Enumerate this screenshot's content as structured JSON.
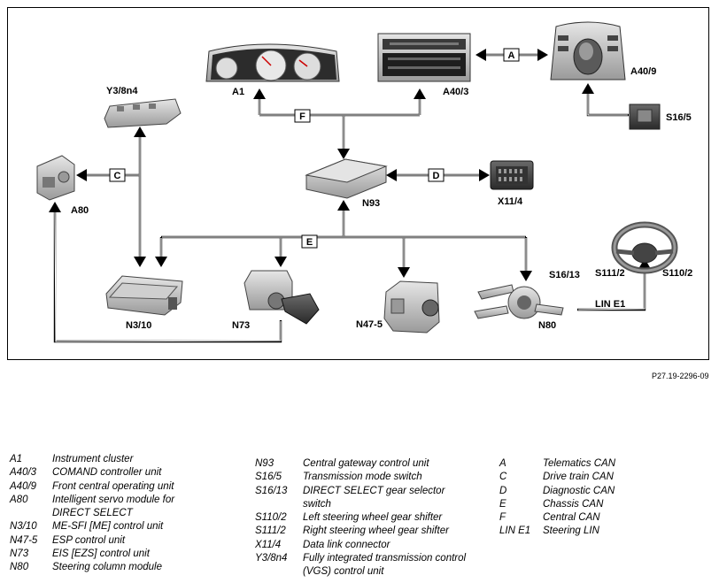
{
  "diagram": {
    "components": {
      "a1": "A1",
      "a40_3": "A40/3",
      "a40_9": "A40/9",
      "s16_5": "S16/5",
      "y3_8n4": "Y3/8n4",
      "a80": "A80",
      "n93": "N93",
      "x11_4": "X11/4",
      "n3_10": "N3/10",
      "n73": "N73",
      "n47_5": "N47-5",
      "n80": "N80",
      "s16_13": "S16/13",
      "s111_2": "S111/2",
      "s110_2": "S110/2"
    },
    "buses": {
      "a": "A",
      "c": "C",
      "d": "D",
      "e": "E",
      "f": "F",
      "lin_e1": "LIN E1"
    },
    "reference_code": "P27.19-2296-09"
  },
  "legend": {
    "column1": [
      {
        "code": "A1",
        "desc": "Instrument cluster"
      },
      {
        "code": "A40/3",
        "desc": "COMAND controller unit"
      },
      {
        "code": "A40/9",
        "desc": "Front central operating unit"
      },
      {
        "code": "A80",
        "desc": "Intelligent servo module for DIRECT SELECT"
      },
      {
        "code": "N3/10",
        "desc": "ME-SFI [ME] control unit"
      },
      {
        "code": "N47-5",
        "desc": "ESP control unit"
      },
      {
        "code": "N73",
        "desc": "EIS [EZS] control unit"
      },
      {
        "code": "N80",
        "desc": "Steering column module"
      }
    ],
    "column2": [
      {
        "code": "N93",
        "desc": "Central gateway control unit"
      },
      {
        "code": "S16/5",
        "desc": "Transmission mode switch"
      },
      {
        "code": "S16/13",
        "desc": "DIRECT SELECT gear selector switch"
      },
      {
        "code": "S110/2",
        "desc": "Left steering wheel gear shifter"
      },
      {
        "code": "S111/2",
        "desc": "Right steering wheel gear shifter"
      },
      {
        "code": "X11/4",
        "desc": "Data link connector"
      },
      {
        "code": "Y3/8n4",
        "desc": "Fully integrated transmission control (VGS) control unit"
      }
    ],
    "column3": [
      {
        "code": "A",
        "desc": "Telematics CAN"
      },
      {
        "code": "C",
        "desc": "Drive train CAN"
      },
      {
        "code": "D",
        "desc": "Diagnostic CAN"
      },
      {
        "code": "E",
        "desc": "Chassis CAN"
      },
      {
        "code": "F",
        "desc": "Central CAN"
      },
      {
        "code": "LIN E1",
        "desc": "Steering LIN"
      }
    ]
  },
  "colors": {
    "line": "#000000",
    "component_fill": "#c9c9c9",
    "component_dark": "#4a4a4a"
  }
}
